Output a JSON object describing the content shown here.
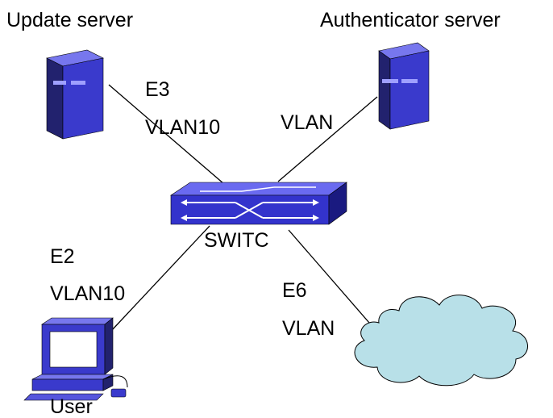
{
  "nodes": {
    "update_server": {
      "label": "Update server",
      "icon": "server-icon"
    },
    "auth_server": {
      "label": "Authenticator server",
      "icon": "server-icon"
    },
    "switch": {
      "label": "SWITC",
      "icon": "switch-icon"
    },
    "user": {
      "label": "User",
      "icon": "computer-icon"
    },
    "network": {
      "icon": "cloud-icon"
    }
  },
  "links": {
    "update": {
      "port": "E3",
      "vlan": "VLAN10"
    },
    "auth": {
      "vlan": "VLAN"
    },
    "user": {
      "port": "E2",
      "vlan": "VLAN10"
    },
    "network": {
      "port": "E6",
      "vlan": "VLAN"
    }
  },
  "colors": {
    "device_front": "#3333cc",
    "device_side": "#1a1a80",
    "device_top": "#6666ee",
    "cloud_fill": "#b8e0e8",
    "line": "#000000"
  }
}
